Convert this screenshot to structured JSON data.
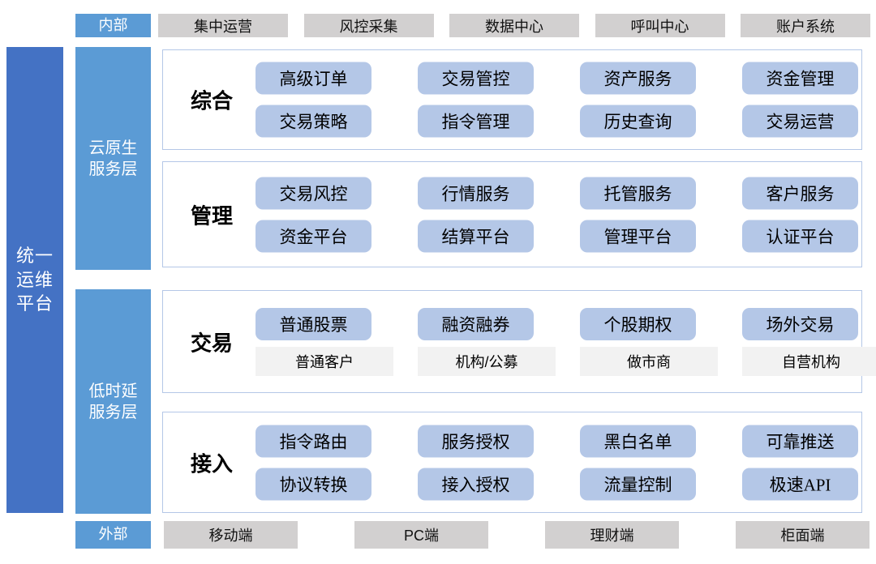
{
  "palette": {
    "dark_blue": "#4472C4",
    "medium_blue": "#5B9BD5",
    "light_blue": "#B4C7E7",
    "gray_box": "#D2D0D0",
    "light_gray_box": "#F2F2F2",
    "section_border": "#B4C7E7"
  },
  "left_bar": {
    "label": "统一运维平台",
    "lines": [
      "统一",
      "运维",
      "平台"
    ]
  },
  "side_labels": {
    "internal": "内部",
    "external": "外部",
    "cloud_layer": {
      "label": "云原生服务层",
      "lines": [
        "云原生",
        "服务层"
      ]
    },
    "low_latency_layer": {
      "label": "低时延服务层",
      "lines": [
        "低时延",
        "服务层"
      ]
    }
  },
  "top_row": [
    "集中运营",
    "风控采集",
    "数据中心",
    "呼叫中心",
    "账户系统"
  ],
  "bottom_row": [
    "移动端",
    "PC端",
    "理财端",
    "柜面端"
  ],
  "sections": [
    {
      "label": "综合",
      "rows": [
        [
          "高级订单",
          "交易管控",
          "资产服务",
          "资金管理"
        ],
        [
          "交易策略",
          "指令管理",
          "历史查询",
          "交易运营"
        ]
      ]
    },
    {
      "label": "管理",
      "rows": [
        [
          "交易风控",
          "行情服务",
          "托管服务",
          "客户服务"
        ],
        [
          "资金平台",
          "结算平台",
          "管理平台",
          "认证平台"
        ]
      ]
    },
    {
      "label": "交易",
      "rows": [
        [
          "普通股票",
          "融资融券",
          "个股期权",
          "场外交易"
        ]
      ],
      "gray_row": [
        "普通客户",
        "机构/公募",
        "做市商",
        "自营机构"
      ]
    },
    {
      "label": "接入",
      "rows": [
        [
          "指令路由",
          "服务授权",
          "黑白名单",
          "可靠推送"
        ],
        [
          "协议转换",
          "接入授权",
          "流量控制",
          "极速API"
        ]
      ]
    }
  ]
}
